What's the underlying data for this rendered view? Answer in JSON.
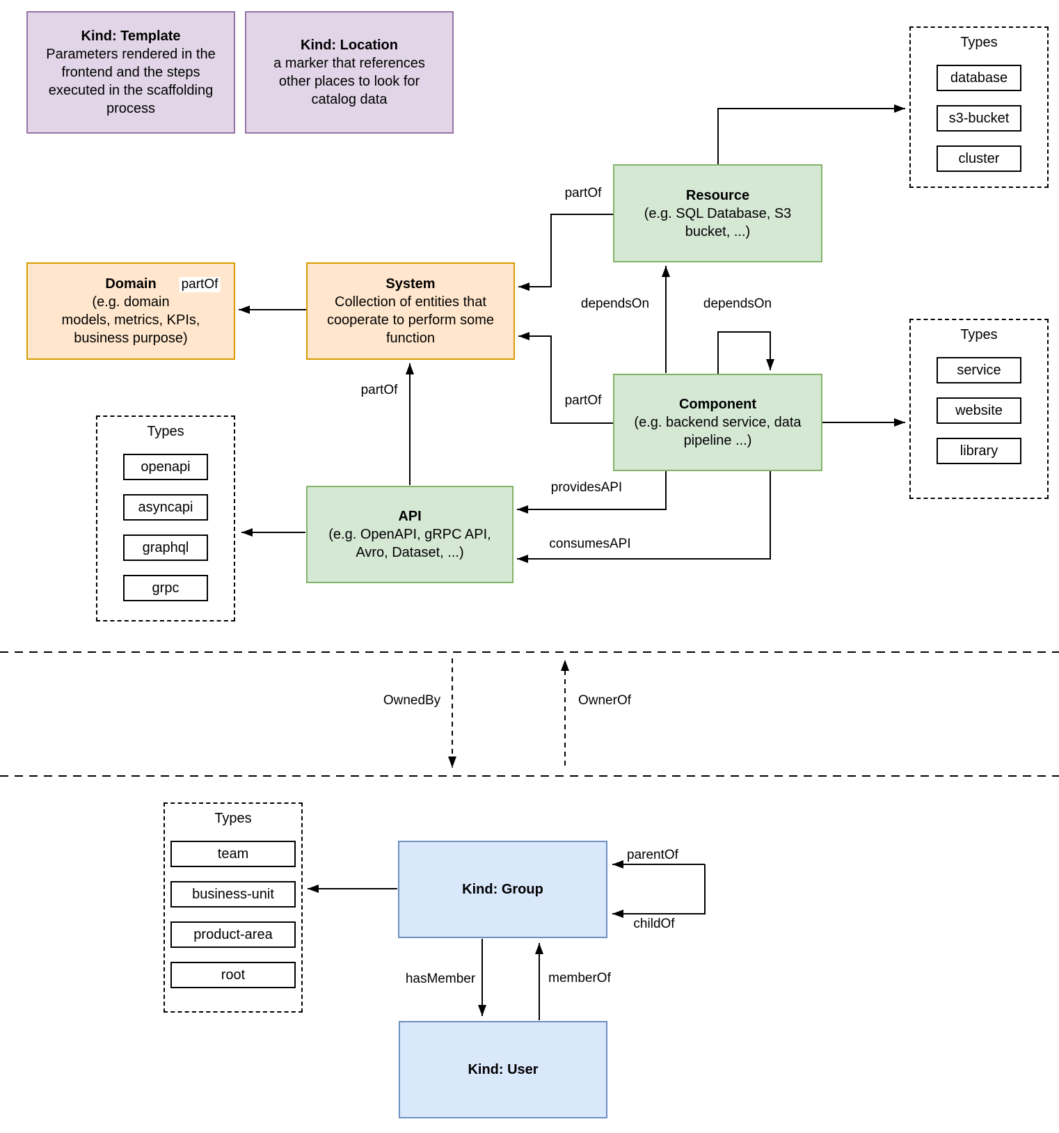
{
  "diagram": {
    "kinds": {
      "template": {
        "title": "Kind: Template",
        "body": "Parameters rendered in the\nfrontend and the steps\nexecuted in  the scaffolding\nprocess"
      },
      "location": {
        "title": "Kind: Location",
        "body": "a marker that references\nother places to look for\ncatalog data"
      },
      "domain": {
        "title": "Domain",
        "body": "(e.g.  domain\nmodels, metrics, KPIs,\nbusiness purpose)"
      },
      "system": {
        "title": "System",
        "body": "Collection of entities that\ncooperate to perform some\nfunction"
      },
      "resource": {
        "title": "Resource",
        "body": "(e.g. SQL Database, S3\nbucket, ...)"
      },
      "component": {
        "title": "Component",
        "body": "(e.g. backend service, data\npipeline ...)"
      },
      "api": {
        "title": "API",
        "body": "(e.g. OpenAPI, gRPC API,\nAvro, Dataset, ...)"
      },
      "group": {
        "title": "Kind: Group"
      },
      "user": {
        "title": "Kind: User"
      }
    },
    "type_groups": {
      "resource_types": {
        "title": "Types",
        "items": [
          "database",
          "s3-bucket",
          "cluster"
        ]
      },
      "component_types": {
        "title": "Types",
        "items": [
          "service",
          "website",
          "library"
        ]
      },
      "api_types": {
        "title": "Types",
        "items": [
          "openapi",
          "asyncapi",
          "graphql",
          "grpc"
        ]
      },
      "group_types": {
        "title": "Types",
        "items": [
          "team",
          "business-unit",
          "product-area",
          "root"
        ]
      }
    },
    "edge_labels": {
      "partof_resource_system": "partOf",
      "partof_component_system": "partOf",
      "partof_system_domain": "partOf",
      "partof_api_system": "partOf",
      "dependson_resource": "dependsOn",
      "dependson_self": "dependsOn",
      "providesapi": "providesAPI",
      "consumesapi": "consumesAPI",
      "ownedby": "OwnedBy",
      "ownerof": "OwnerOf",
      "parentof": "parentOf",
      "childof": "childOf",
      "hasmember": "hasMember",
      "memberof": "memberOf"
    },
    "colors": {
      "purple_fill": "#E1D5E7",
      "purple_border": "#9673A6",
      "orange_fill": "#FFE6CC",
      "orange_border": "#D79B00",
      "green_fill": "#D5E8D4",
      "green_border": "#82B366",
      "blue_fill": "#DAE8FC",
      "blue_border": "#6C8EBF",
      "line": "#000000"
    }
  }
}
